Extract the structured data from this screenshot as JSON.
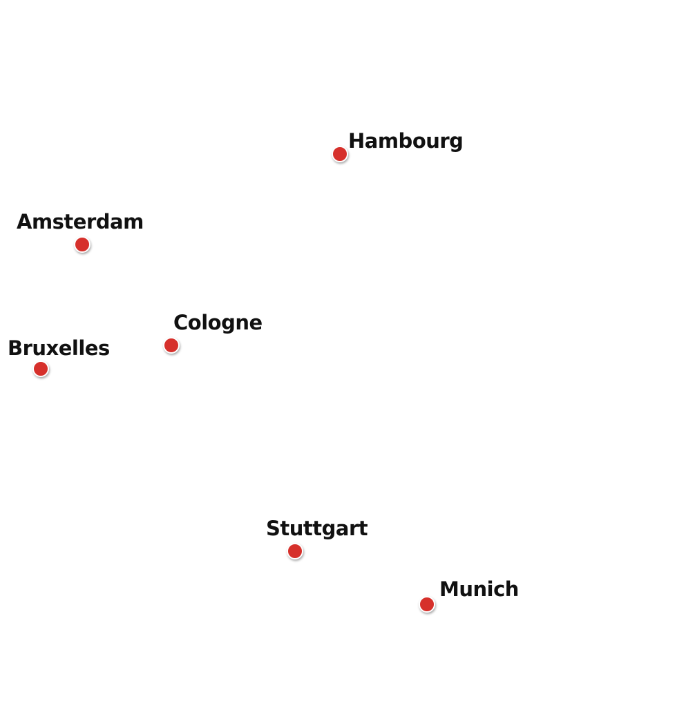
{
  "map": {
    "marker_color": "#d6302b",
    "marker_outline_color": "#ffffff",
    "label_color": "#111111",
    "background_color": "#ffffff",
    "cities": [
      {
        "name": "Hambourg"
      },
      {
        "name": "Amsterdam"
      },
      {
        "name": "Cologne"
      },
      {
        "name": "Bruxelles"
      },
      {
        "name": "Stuttgart"
      },
      {
        "name": "Munich"
      }
    ]
  }
}
